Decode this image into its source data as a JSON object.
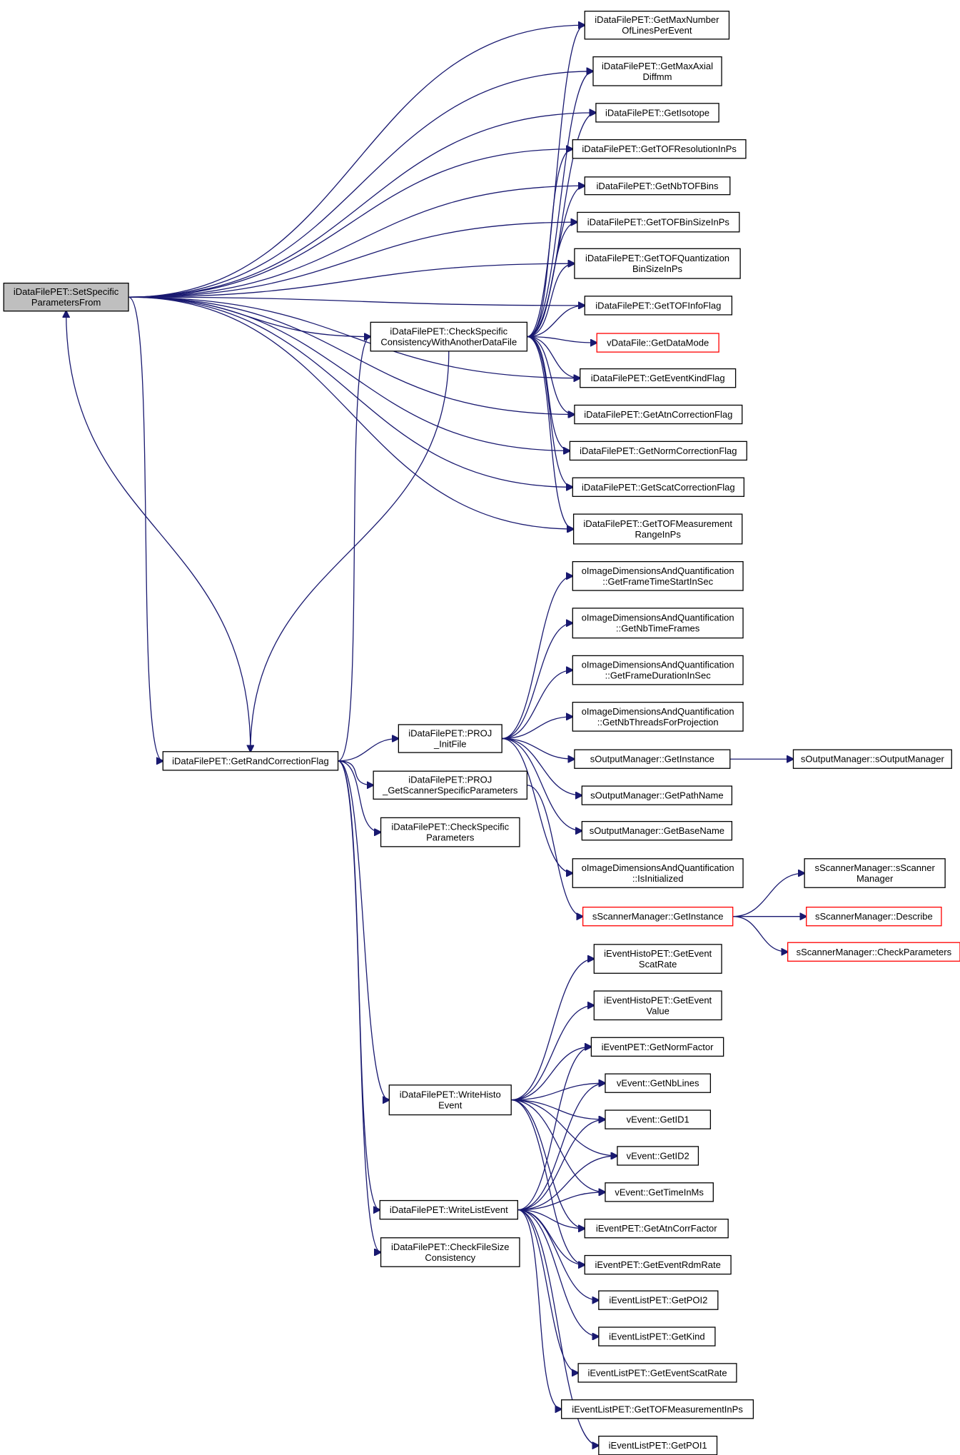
{
  "colors": {
    "edge": "#191970",
    "node_border": "#000000",
    "node_border_red": "#ff0000",
    "root_fill": "#bfbfbf",
    "background": "#ffffff"
  },
  "nodes": [
    {
      "id": "root",
      "lines": [
        "iDataFilePET::SetSpecific",
        "ParametersFrom"
      ],
      "root": true
    },
    {
      "id": "checkconsist",
      "lines": [
        "iDataFilePET::CheckSpecific",
        "ConsistencyWithAnotherDataFile"
      ]
    },
    {
      "id": "getrand",
      "lines": [
        "iDataFilePET::GetRandCorrectionFlag"
      ]
    },
    {
      "id": "maxlines",
      "lines": [
        "iDataFilePET::GetMaxNumber",
        "OfLinesPerEvent"
      ]
    },
    {
      "id": "maxaxial",
      "lines": [
        "iDataFilePET::GetMaxAxial",
        "Diffmm"
      ]
    },
    {
      "id": "isotope",
      "lines": [
        "iDataFilePET::GetIsotope"
      ]
    },
    {
      "id": "tofres",
      "lines": [
        "iDataFilePET::GetTOFResolutionInPs"
      ]
    },
    {
      "id": "nbtof",
      "lines": [
        "iDataFilePET::GetNbTOFBins"
      ]
    },
    {
      "id": "tofbin",
      "lines": [
        "iDataFilePET::GetTOFBinSizeInPs"
      ]
    },
    {
      "id": "tofquant",
      "lines": [
        "iDataFilePET::GetTOFQuantization",
        "BinSizeInPs"
      ]
    },
    {
      "id": "tofinfo",
      "lines": [
        "iDataFilePET::GetTOFInfoFlag"
      ]
    },
    {
      "id": "datamode",
      "lines": [
        "vDataFile::GetDataMode"
      ],
      "red": true
    },
    {
      "id": "eventkind",
      "lines": [
        "iDataFilePET::GetEventKindFlag"
      ]
    },
    {
      "id": "atncorr",
      "lines": [
        "iDataFilePET::GetAtnCorrectionFlag"
      ]
    },
    {
      "id": "normcorr",
      "lines": [
        "iDataFilePET::GetNormCorrectionFlag"
      ]
    },
    {
      "id": "scatcorr",
      "lines": [
        "iDataFilePET::GetScatCorrectionFlag"
      ]
    },
    {
      "id": "tofmeas",
      "lines": [
        "iDataFilePET::GetTOFMeasurement",
        "RangeInPs"
      ]
    },
    {
      "id": "frametime",
      "lines": [
        "oImageDimensionsAndQuantification",
        "::GetFrameTimeStartInSec"
      ]
    },
    {
      "id": "nbtimeframes",
      "lines": [
        "oImageDimensionsAndQuantification",
        "::GetNbTimeFrames"
      ]
    },
    {
      "id": "frameduration",
      "lines": [
        "oImageDimensionsAndQuantification",
        "::GetFrameDurationInSec"
      ]
    },
    {
      "id": "nbthreads",
      "lines": [
        "oImageDimensionsAndQuantification",
        "::GetNbThreadsForProjection"
      ]
    },
    {
      "id": "projinit",
      "lines": [
        "iDataFilePET::PROJ",
        "_InitFile"
      ]
    },
    {
      "id": "outinstance",
      "lines": [
        "sOutputManager::GetInstance"
      ]
    },
    {
      "id": "outctor",
      "lines": [
        "sOutputManager::sOutputManager"
      ]
    },
    {
      "id": "pathname",
      "lines": [
        "sOutputManager::GetPathName"
      ]
    },
    {
      "id": "basename",
      "lines": [
        "sOutputManager::GetBaseName"
      ]
    },
    {
      "id": "isinit",
      "lines": [
        "oImageDimensionsAndQuantification",
        "::IsInitialized"
      ]
    },
    {
      "id": "projscanner",
      "lines": [
        "iDataFilePET::PROJ",
        "_GetScannerSpecificParameters"
      ]
    },
    {
      "id": "checkspecific",
      "lines": [
        "iDataFilePET::CheckSpecific",
        "Parameters"
      ]
    },
    {
      "id": "scaninstance",
      "lines": [
        "sScannerManager::GetInstance"
      ],
      "red": true
    },
    {
      "id": "scanctor",
      "lines": [
        "sScannerManager::sScanner",
        "Manager"
      ]
    },
    {
      "id": "describe",
      "lines": [
        "sScannerManager::Describe"
      ],
      "red": true
    },
    {
      "id": "checkparams",
      "lines": [
        "sScannerManager::CheckParameters"
      ],
      "red": true
    },
    {
      "id": "histoscat",
      "lines": [
        "iEventHistoPET::GetEvent",
        "ScatRate"
      ]
    },
    {
      "id": "histovalue",
      "lines": [
        "iEventHistoPET::GetEvent",
        "Value"
      ]
    },
    {
      "id": "normfactor",
      "lines": [
        "iEventPET::GetNormFactor"
      ]
    },
    {
      "id": "writehisto",
      "lines": [
        "iDataFilePET::WriteHisto",
        "Event"
      ]
    },
    {
      "id": "nblines",
      "lines": [
        "vEvent::GetNbLines"
      ]
    },
    {
      "id": "id1",
      "lines": [
        "vEvent::GetID1"
      ]
    },
    {
      "id": "id2",
      "lines": [
        "vEvent::GetID2"
      ]
    },
    {
      "id": "timeinms",
      "lines": [
        "vEvent::GetTimeInMs"
      ]
    },
    {
      "id": "writelist",
      "lines": [
        "iDataFilePET::WriteListEvent"
      ]
    },
    {
      "id": "atnfactor",
      "lines": [
        "iEventPET::GetAtnCorrFactor"
      ]
    },
    {
      "id": "rdmrate",
      "lines": [
        "iEventPET::GetEventRdmRate"
      ]
    },
    {
      "id": "checksize",
      "lines": [
        "iDataFilePET::CheckFileSize",
        "Consistency"
      ]
    },
    {
      "id": "poi2",
      "lines": [
        "iEventListPET::GetPOI2"
      ]
    },
    {
      "id": "kind",
      "lines": [
        "iEventListPET::GetKind"
      ]
    },
    {
      "id": "listscat",
      "lines": [
        "iEventListPET::GetEventScatRate"
      ]
    },
    {
      "id": "tofmeasinps",
      "lines": [
        "iEventListPET::GetTOFMeasurementInPs"
      ]
    },
    {
      "id": "poi1",
      "lines": [
        "iEventListPET::GetPOI1"
      ]
    }
  ]
}
